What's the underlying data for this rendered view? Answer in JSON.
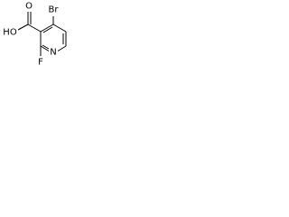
{
  "molecule": {
    "atoms": {
      "br": "Br",
      "n": "N",
      "f": "F",
      "oh": "HO",
      "o": "O"
    },
    "colors": {
      "bond": "#000000",
      "text": "#000000",
      "background": "#ffffff"
    }
  }
}
